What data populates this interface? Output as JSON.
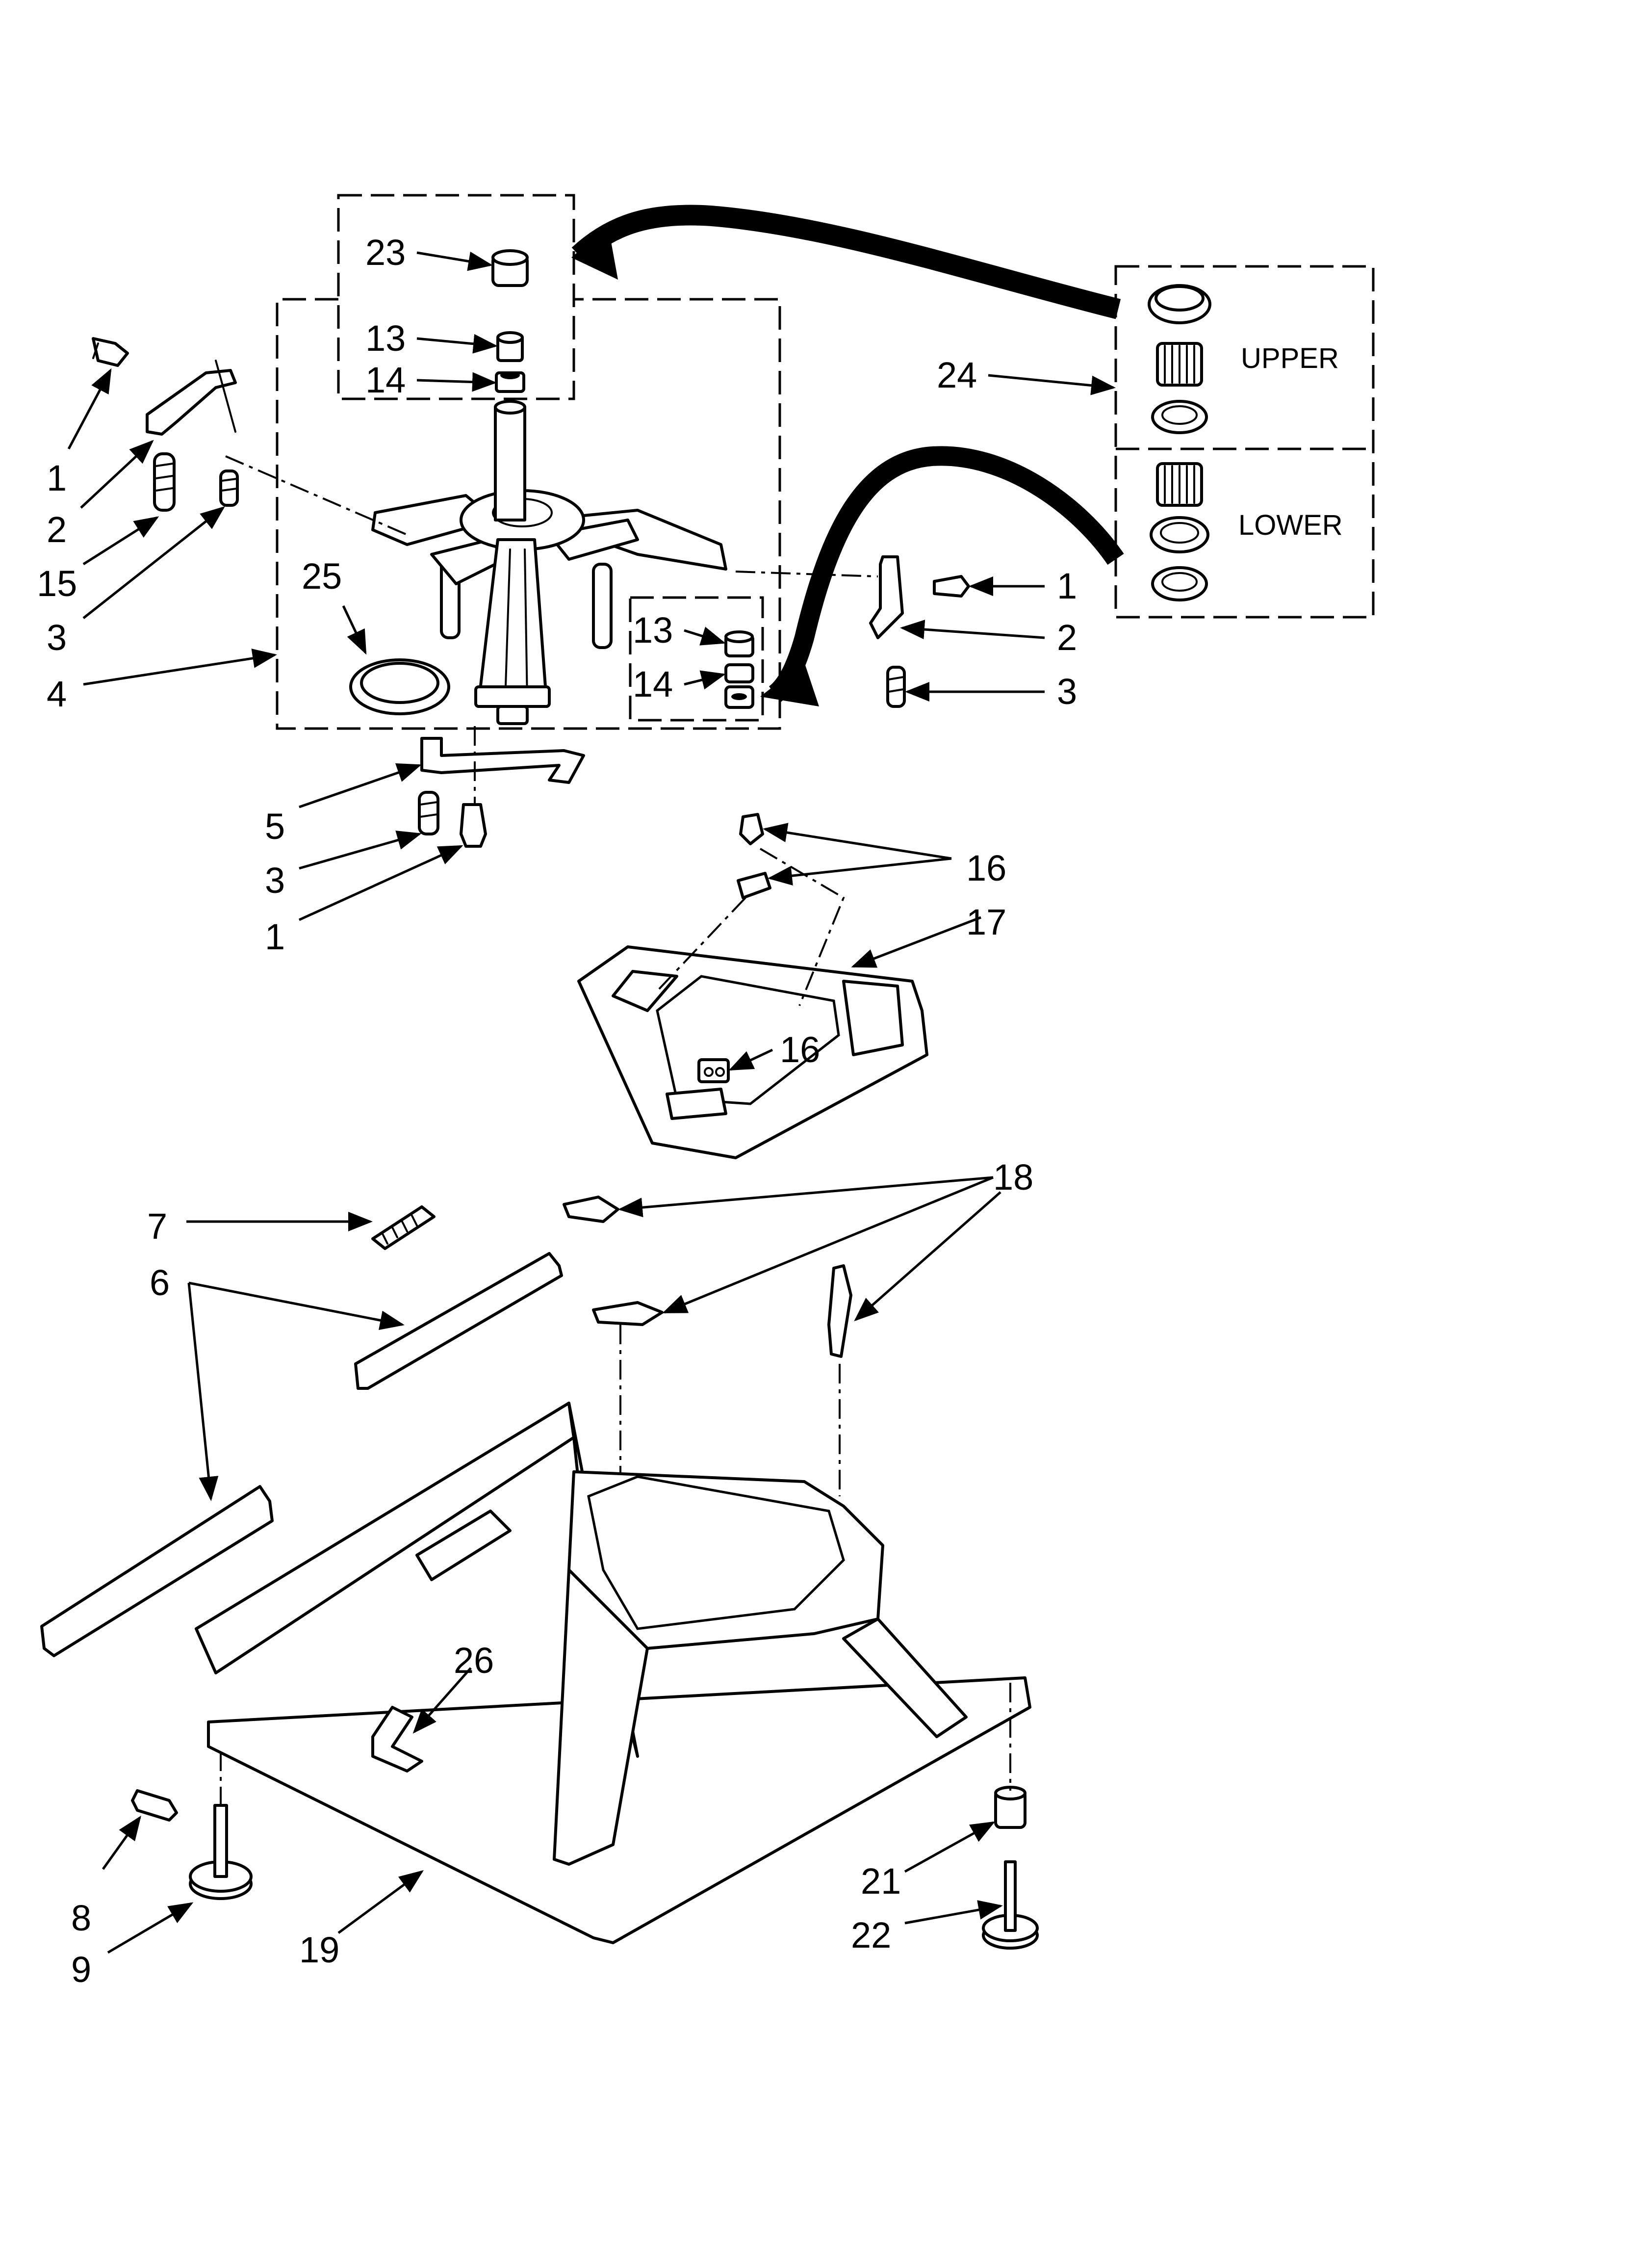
{
  "diagram": {
    "callouts": {
      "c1_top_left": "1",
      "c2_top_left": "2",
      "c15": "15",
      "c3_top_left": "3",
      "c4": "4",
      "c25": "25",
      "c23": "23",
      "c13_top": "13",
      "c14_top": "14",
      "c13_mid": "13",
      "c14_mid": "14",
      "c24": "24",
      "c1_right": "1",
      "c2_right": "2",
      "c3_right": "3",
      "c5": "5",
      "c3_lower": "3",
      "c1_lower": "1",
      "c16_top": "16",
      "c17": "17",
      "c16_mid": "16",
      "c18": "18",
      "c7": "7",
      "c6": "6",
      "c26": "26",
      "c8": "8",
      "c9": "9",
      "c19": "19",
      "c21": "21",
      "c22": "22"
    },
    "kit_labels": {
      "upper": "UPPER",
      "lower": "LOWER"
    }
  }
}
